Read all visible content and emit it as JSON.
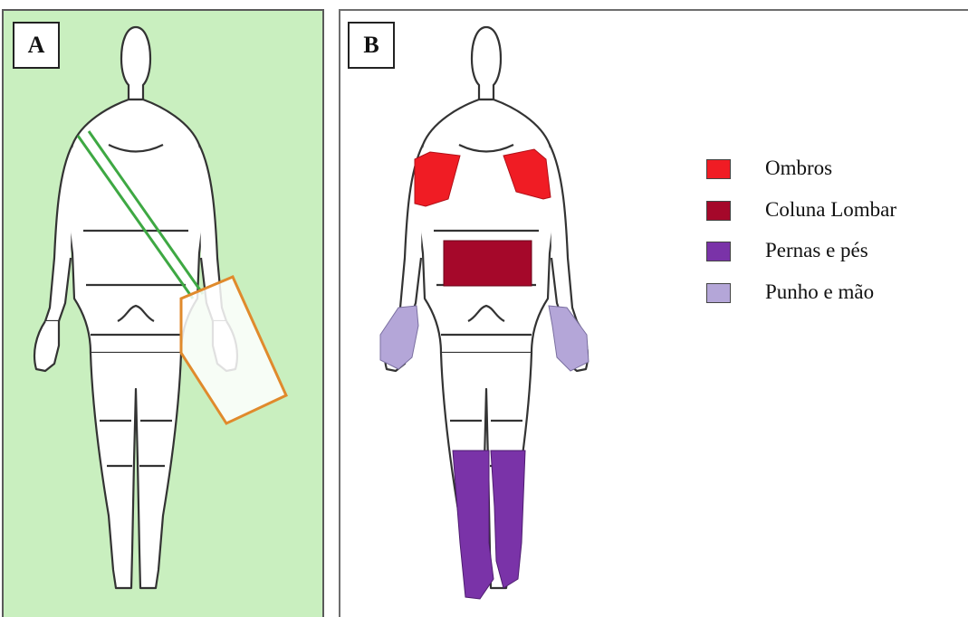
{
  "panels": [
    {
      "label": "A",
      "background": "#c9efbf"
    },
    {
      "label": "B",
      "background": "#ffffff"
    }
  ],
  "colors": {
    "outline": "#333333",
    "strap": "#3ea843",
    "bag": "#e08a2c"
  },
  "legend": [
    {
      "label": "Ombros",
      "color": "#f01c24"
    },
    {
      "label": "Coluna Lombar",
      "color": "#a5082a"
    },
    {
      "label": "Pernas e pés",
      "color": "#7a33a8"
    },
    {
      "label": "Punho e mão",
      "color": "#b4a6d8"
    }
  ]
}
